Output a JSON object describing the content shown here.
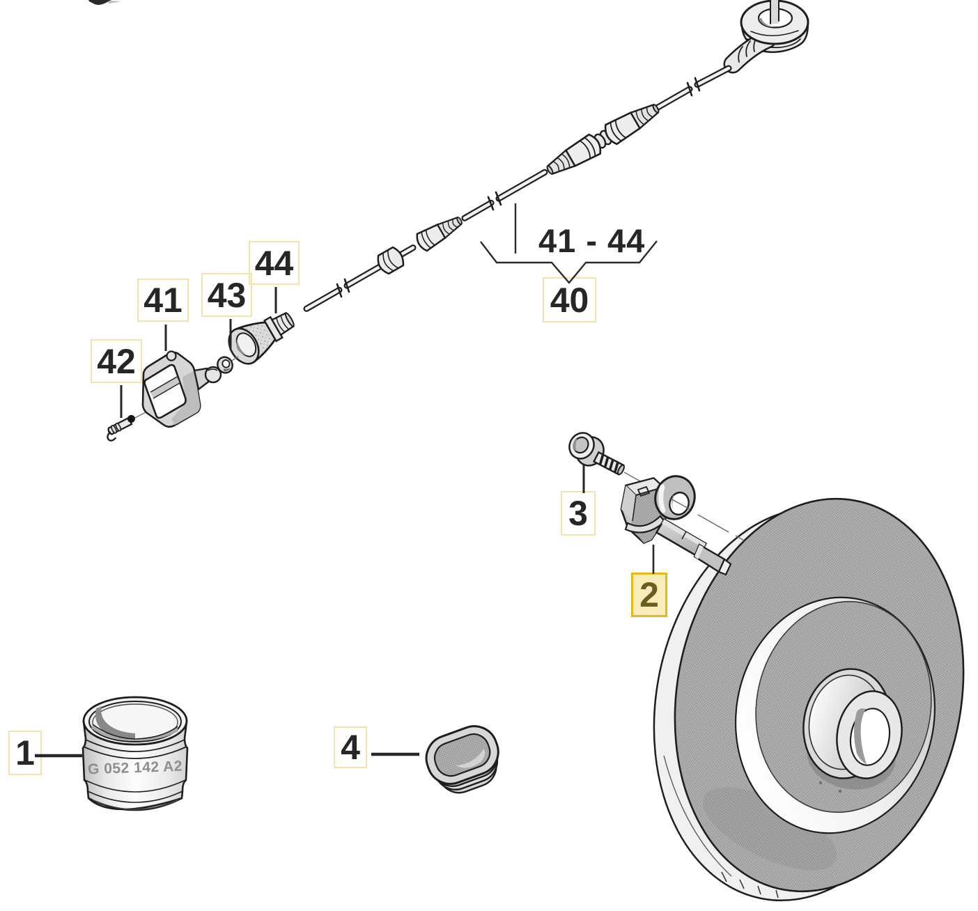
{
  "figure": {
    "kind": "exploded-parts-diagram",
    "description": "Speedometer drive cable, wheel speed sensor and brake disc exploded view"
  },
  "callouts": {
    "c1": "1",
    "c2": "2",
    "c3": "3",
    "c4": "4",
    "c40": "40",
    "c41": "41",
    "c42": "42",
    "c43": "43",
    "c44": "44",
    "range_41_44": "41 - 44"
  },
  "part_marking": "G 052 142 A2",
  "highlight": {
    "selected_callout": "2",
    "box_fill": "#F8ECB8",
    "box_border": "#E9B818",
    "text_color": "#6C5D1E"
  },
  "colors": {
    "callout_border": "#F2E2AC",
    "callout_text": "#262626",
    "ink": "#1E1E1E",
    "paper": "#FFFFFF"
  }
}
